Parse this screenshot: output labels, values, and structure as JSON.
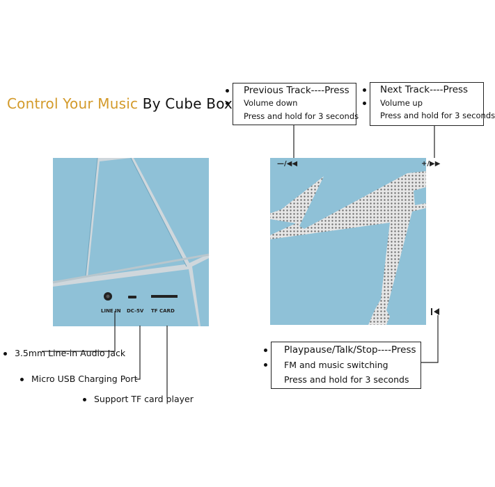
{
  "title": {
    "part1": "Control Your Music",
    "part2": "By Cube Box"
  },
  "left_cube": {
    "ports": {
      "line_in": "LINE IN",
      "dc": "DC-5V",
      "tf": "TF CARD"
    }
  },
  "left_labels": [
    "3.5mm Line-in Audio Jack",
    "Micro USB Charging Port",
    "Support TF card player"
  ],
  "right_cube": {
    "prev_icon": "—/◀◀",
    "next_icon": "+/▶▶",
    "play_icon": "play-pause-icon"
  },
  "callouts": {
    "previous": {
      "line1": "Previous Track----Press",
      "line2": "Volume down",
      "line3": "Press and hold for 3 seconds"
    },
    "next": {
      "line1": "Next Track----Press",
      "line2": "Volume up",
      "line3": "Press and hold for 3 seconds"
    },
    "play": {
      "line1": "Playpause/Talk/Stop----Press",
      "line2": "FM and music switching",
      "line3": "Press and hold for 3 seconds"
    }
  },
  "colors": {
    "cube_blue": "#8fc1d7",
    "cube_blue_dark": "#6fa6bf",
    "title_accent": "#d39a2a"
  }
}
